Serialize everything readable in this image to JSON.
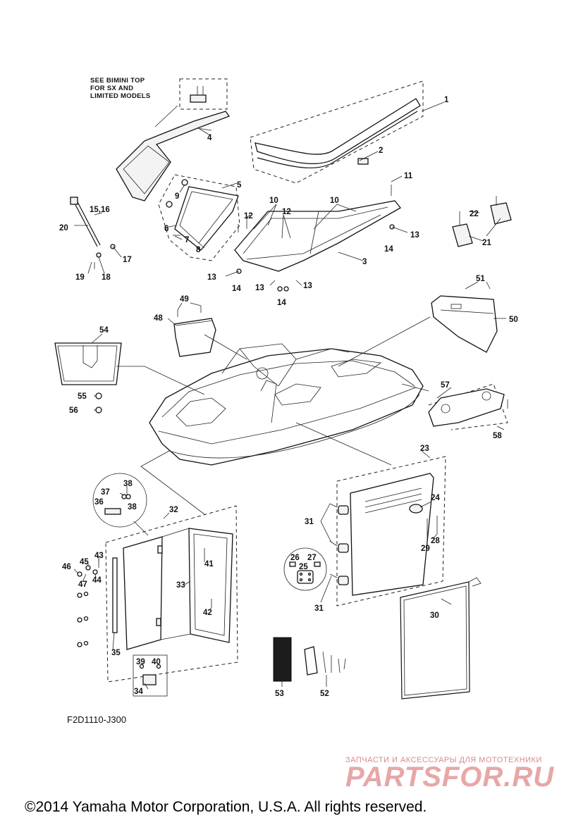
{
  "diagram": {
    "note": [
      "SEE BIMINI TOP",
      "FOR SX AND",
      "LIMITED MODELS"
    ],
    "code": "F2D1110-J300",
    "watermark_small": "ЗАПЧАСТИ И АКСЕССУАРЫ ДЛЯ МОТОТЕХНИКИ",
    "watermark_big": "PARTSFOR.RU",
    "copyright": "©2014 Yamaha Motor Corporation, U.S.A. All rights reserved.",
    "callouts": {
      "c1": "1",
      "c2": "2",
      "c3": "3",
      "c4": "4",
      "c5": "5",
      "c6": "6",
      "c7": "7",
      "c8": "8",
      "c9": "9",
      "c10a": "10",
      "c10b": "10",
      "c11": "11",
      "c12a": "12",
      "c12b": "12",
      "c13a": "13",
      "c13b": "13",
      "c13c": "13",
      "c13d": "13",
      "c14a": "14",
      "c14b": "14",
      "c14c": "14",
      "c1516": "15,16",
      "c17": "17",
      "c18": "18",
      "c19": "19",
      "c20": "20",
      "c21": "21",
      "c22": "22",
      "c23": "23",
      "c24": "24",
      "c25": "25",
      "c26": "26",
      "c27": "27",
      "c28": "28",
      "c29": "29",
      "c30": "30",
      "c31a": "31",
      "c31b": "31",
      "c32": "32",
      "c33": "33",
      "c34": "34",
      "c35": "35",
      "c36": "36",
      "c37": "37",
      "c38a": "38",
      "c38b": "38",
      "c39": "39",
      "c40": "40",
      "c41": "41",
      "c42": "42",
      "c43": "43",
      "c44": "44",
      "c45": "45",
      "c46": "46",
      "c47": "47",
      "c48": "48",
      "c49": "49",
      "c50": "50",
      "c51": "51",
      "c52": "52",
      "c53": "53",
      "c54": "54",
      "c55": "55",
      "c56": "56",
      "c57": "57",
      "c58": "58"
    }
  }
}
